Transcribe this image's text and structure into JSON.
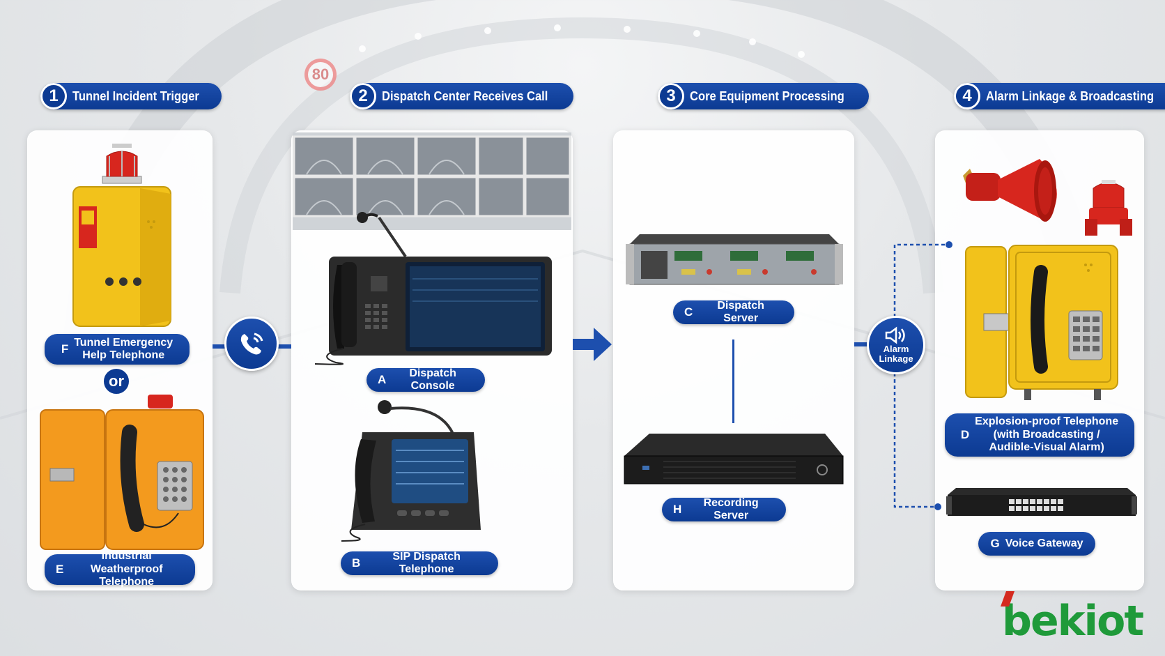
{
  "speed_sign": "80",
  "steps": [
    {
      "num": "1",
      "label": "Tunnel Incident Trigger"
    },
    {
      "num": "2",
      "label": "Dispatch Center Receives Call"
    },
    {
      "num": "3",
      "label": "Core Equipment Processing"
    },
    {
      "num": "4",
      "label": "Alarm Linkage & Broadcasting"
    }
  ],
  "devices": {
    "F": {
      "letter": "F",
      "name": "Tunnel Emergency\nHelp Telephone"
    },
    "E": {
      "letter": "E",
      "name": "Industrial Weatherproof\nTelephone"
    },
    "A": {
      "letter": "A",
      "name": "Dispatch Console"
    },
    "B": {
      "letter": "B",
      "name": "SIP Dispatch Telephone"
    },
    "C": {
      "letter": "C",
      "name": "Dispatch Server"
    },
    "H": {
      "letter": "H",
      "name": "Recording Server"
    },
    "D": {
      "letter": "D",
      "name": "Explosion-proof Telephone\n(with Broadcasting /\nAudible-Visual Alarm)"
    },
    "G": {
      "letter": "G",
      "name": "Voice Gateway"
    }
  },
  "or_text": "or",
  "alarm_linkage": "Alarm\nLinkage",
  "logo": "bekiot",
  "icons": [
    "phone-call-icon",
    "arrow-right-icon",
    "speaker-icon"
  ],
  "colors": {
    "primary": "#0c3a92",
    "accent_yellow": "#f2c21b",
    "accent_orange": "#f39a1e",
    "alarm_red": "#d7261e",
    "logo_green": "#1f9a3a"
  }
}
